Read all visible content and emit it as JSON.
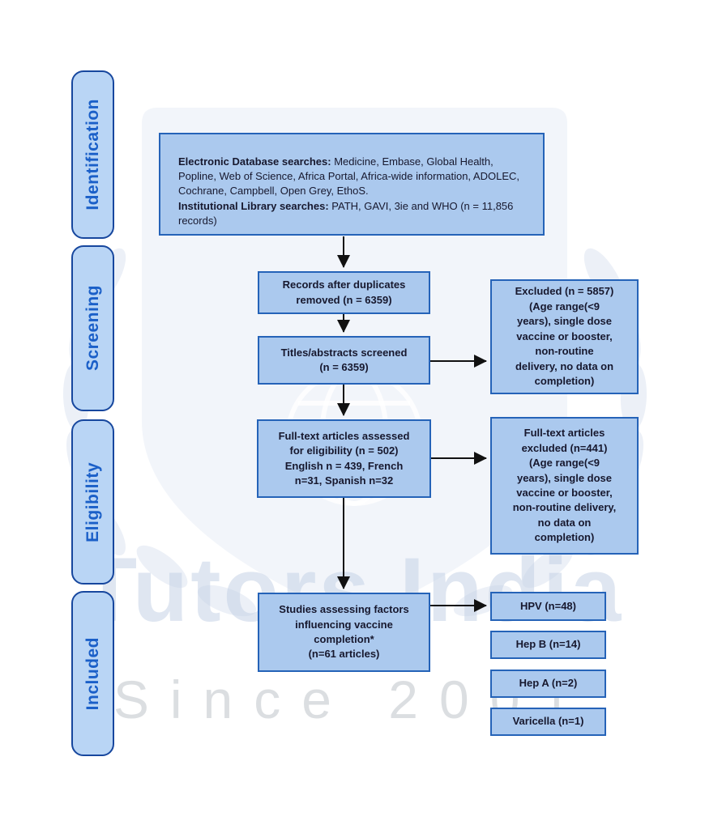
{
  "colors": {
    "box_fill": "#abc9ee",
    "box_border": "#2563b8",
    "sidebar_fill": "#b9d5f5",
    "sidebar_border": "#17479e",
    "sidebar_text": "#1a5fc8",
    "arrow": "#111111",
    "box_text": "#17182e"
  },
  "watermark": {
    "brand": "Tutors India",
    "tagline": "Since 2001"
  },
  "sidebar": {
    "stages": [
      {
        "label": "Identification"
      },
      {
        "label": "Screening"
      },
      {
        "label": "Eligibility"
      },
      {
        "label": "Included"
      }
    ]
  },
  "flow": {
    "search": {
      "line1_bold": "Electronic Database searches:",
      "line1_text": " Medicine, Embase, Global Health, Popline, Web of Science, Africa Portal, Africa-wide information, ADOLEC, Cochrane, Campbell, Open Grey, EthoS.",
      "line2_bold": "Institutional Library searches:",
      "line2_text": " PATH, GAVI, 3ie and WHO (n = 11,856 records)"
    },
    "records": {
      "lines": [
        "Records after duplicates",
        "removed (n = 6359)"
      ]
    },
    "titles": {
      "lines": [
        "Titles/abstracts screened",
        "(n = 6359)"
      ]
    },
    "fulltext": {
      "lines": [
        "Full-text articles assessed",
        "for eligibility (n = 502)",
        "English n = 439, French",
        "n=31, Spanish n=32"
      ]
    },
    "studies": {
      "lines": [
        "Studies assessing factors",
        "influencing vaccine",
        "completion*",
        "(n=61 articles)"
      ]
    },
    "excluded_screening": {
      "lines": [
        "Excluded (n = 5857)",
        "(Age range(<9",
        "years), single dose",
        "vaccine or booster,",
        "non-routine",
        "delivery, no data on",
        "completion)"
      ]
    },
    "excluded_fulltext": {
      "lines": [
        "Full-text articles",
        "excluded (n=441)",
        "(Age range(<9",
        "years), single dose",
        "vaccine or booster,",
        "non-routine delivery,",
        "no data on",
        "completion)"
      ]
    },
    "included_outcomes": [
      {
        "label": "HPV (n=48)"
      },
      {
        "label": "Hep B (n=14)"
      },
      {
        "label": "Hep A (n=2)"
      },
      {
        "label": "Varicella (n=1)"
      }
    ]
  }
}
